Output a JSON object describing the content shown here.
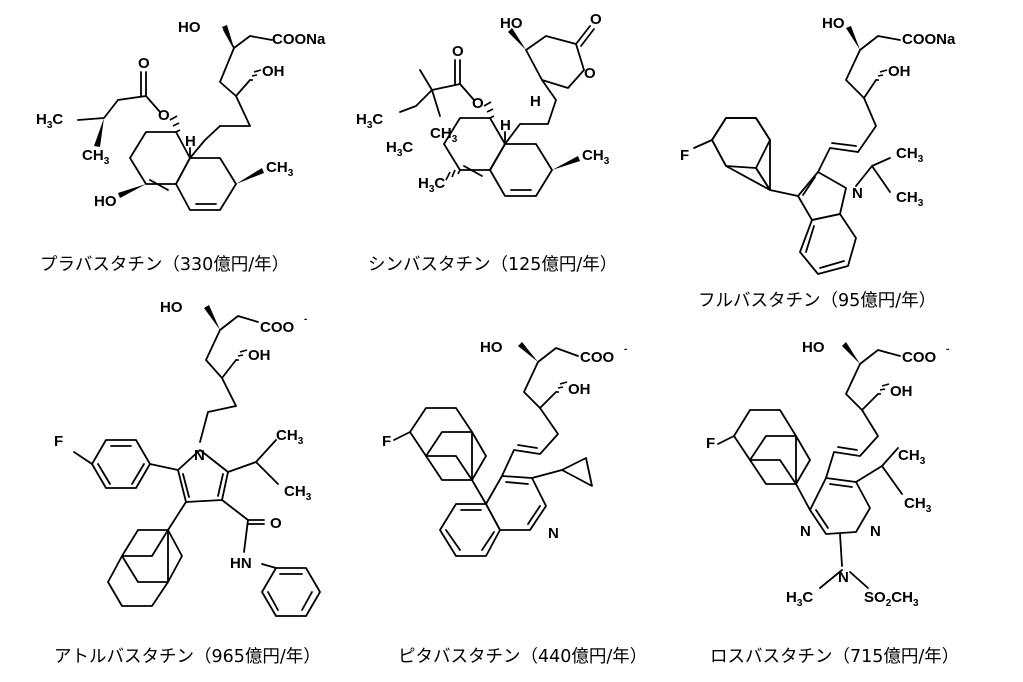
{
  "compounds": [
    {
      "caption": "プラバスタチン（330億円/年）",
      "labels": {
        "oh_top": "HO",
        "coona": "COONa",
        "oh_mid": "OH",
        "o_carbonyl": "O",
        "o_ester": "O",
        "h3c_left": "H3C",
        "ch3_branch": "CH3",
        "h_ring": "H",
        "ch3_ring": "CH3",
        "ho_ring": "HO"
      }
    },
    {
      "caption": "シンバスタチン（125億円/年）",
      "labels": {
        "ho_lactone": "HO",
        "o_lactone_carbonyl": "O",
        "o_lactone_ring": "O",
        "h_lactone": "H",
        "o_carbonyl": "O",
        "o_ester": "O",
        "h3c_ethyl": "H3C",
        "h3c_gem": "H3C",
        "ch3_gem": "CH3",
        "h_ring": "H",
        "ch3_ring": "CH3",
        "h3c_ring": "H3C"
      }
    },
    {
      "caption": "フルバスタチン（95億円/年）",
      "labels": {
        "ho": "HO",
        "coona": "COONa",
        "oh": "OH",
        "f": "F",
        "n": "N",
        "ch3_top": "CH3",
        "ch3_bottom": "CH3"
      }
    },
    {
      "caption": "アトルバスタチン（965億円/年）",
      "labels": {
        "ho": "HO",
        "coo": "COO",
        "oh": "OH",
        "f": "F",
        "n": "N",
        "ch3_top": "CH3",
        "ch3_bottom": "CH3",
        "o_amide": "O",
        "hn": "HN"
      }
    },
    {
      "caption": "ピタバスタチン（440億円/年）",
      "labels": {
        "ho": "HO",
        "coo": "COO",
        "oh": "OH",
        "f": "F",
        "n": "N"
      }
    },
    {
      "caption": "ロスバスタチン（715億円/年）",
      "labels": {
        "ho": "HO",
        "coo": "COO",
        "oh": "OH",
        "f": "F",
        "ch3_top": "CH3",
        "ch3_bottom": "CH3",
        "n_left": "N",
        "n_right": "N",
        "n_amine": "N",
        "h3c": "H3C",
        "so2ch3": "SO2CH3"
      }
    }
  ]
}
